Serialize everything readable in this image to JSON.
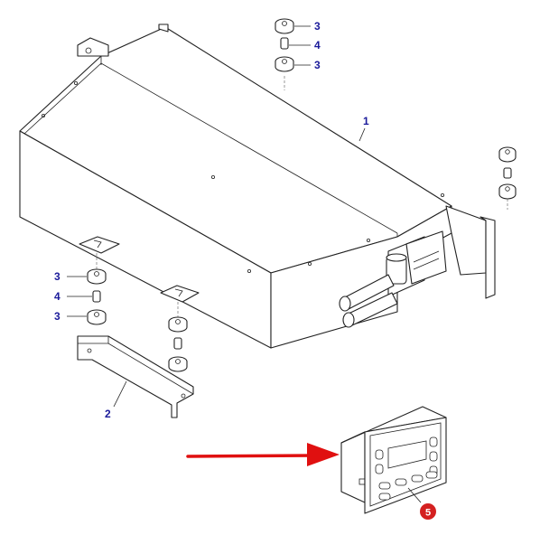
{
  "callouts": {
    "main_unit": "1",
    "bracket": "2",
    "damper": "3",
    "spacer": "4",
    "control_panel": "5"
  },
  "accent_colors": {
    "arrow": "#e01010",
    "callout_text": "#1a1a9a",
    "highlight_badge": "#d42020"
  },
  "icons": {
    "arrow": "right-arrow-icon",
    "badge": "numbered-badge-icon"
  }
}
